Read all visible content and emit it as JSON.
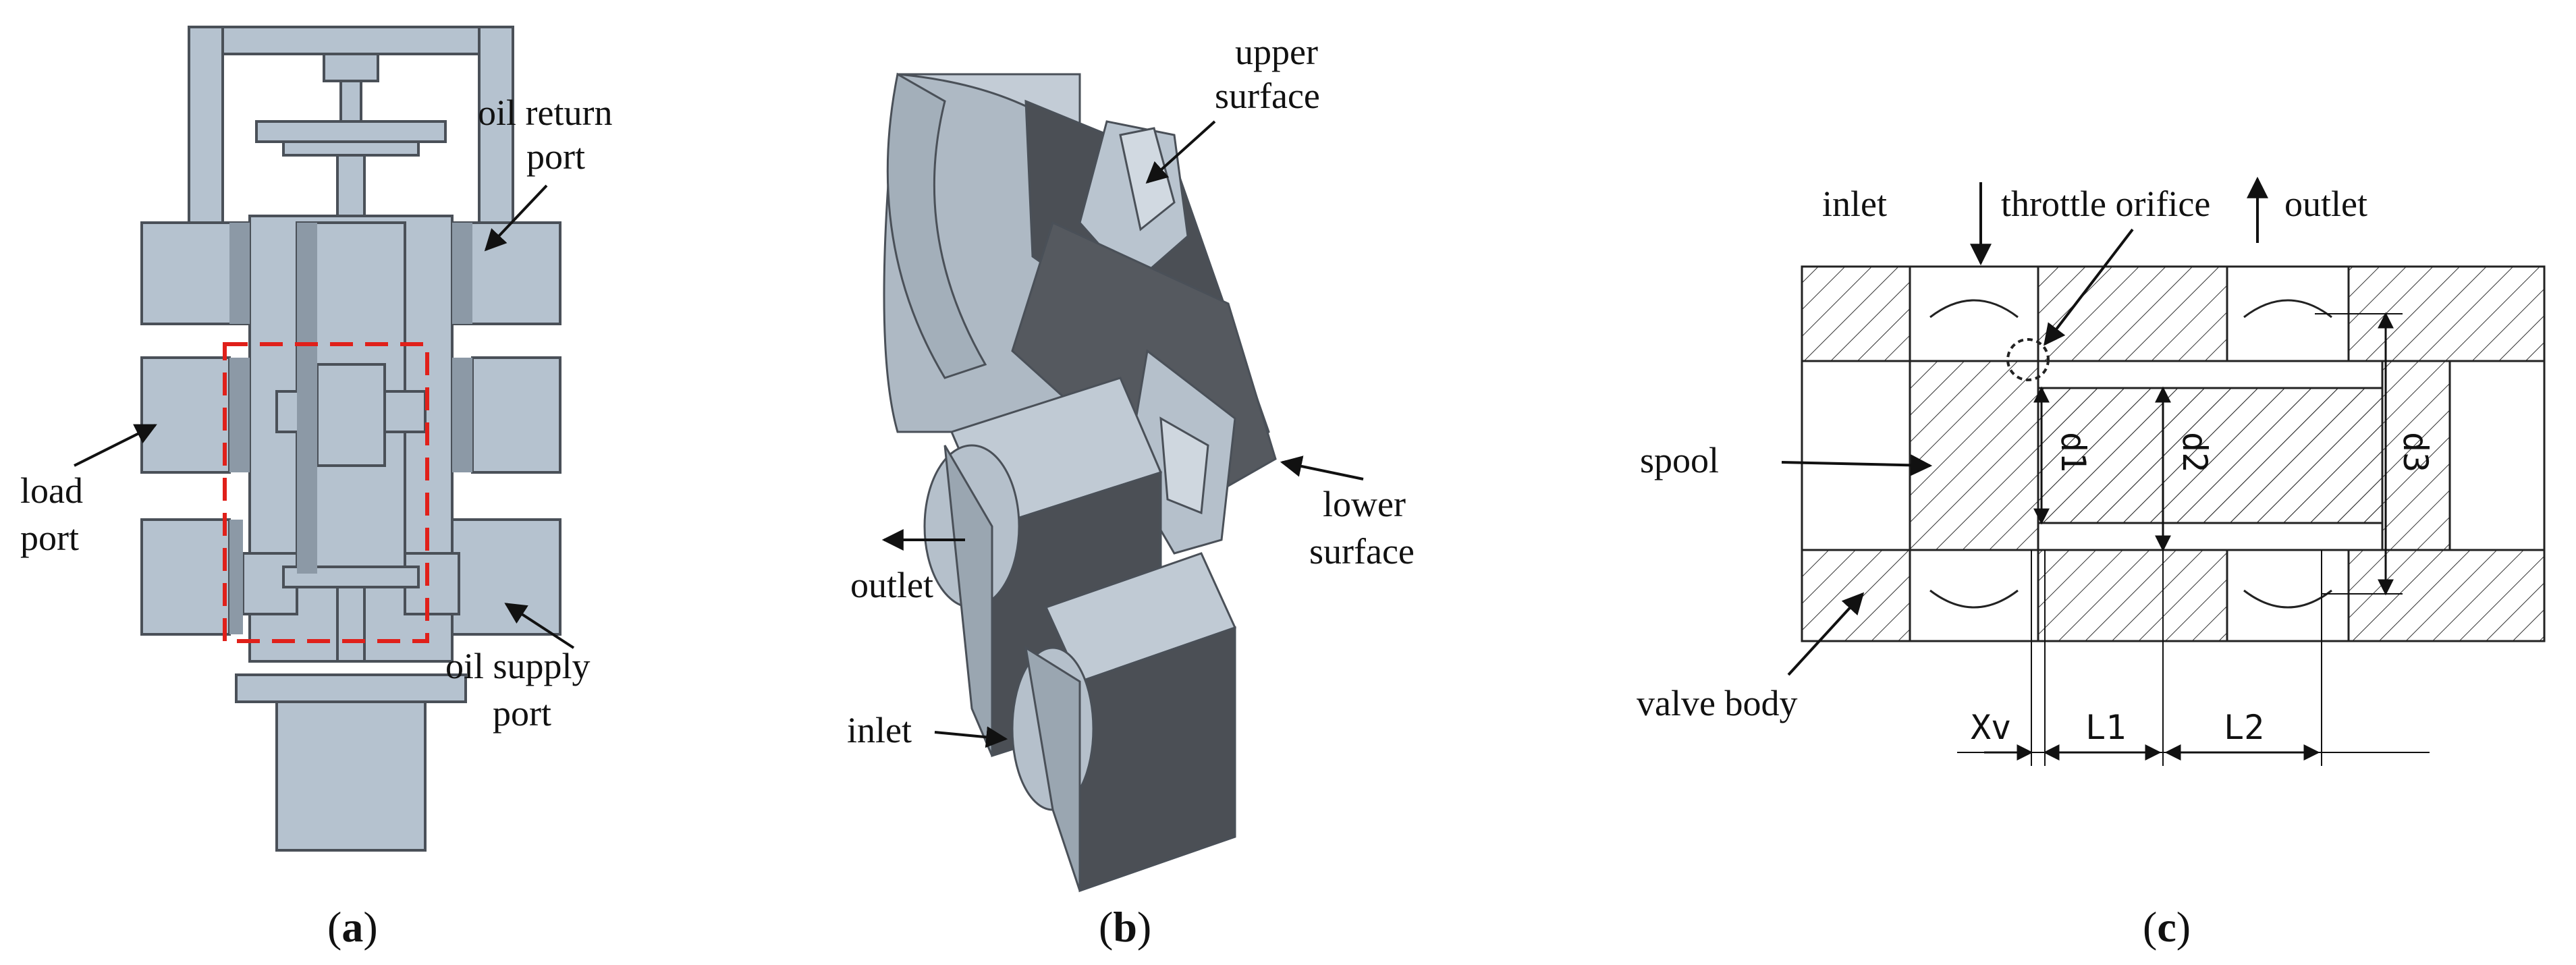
{
  "panel_a": {
    "caption": "(a)",
    "oil_return_port": [
      "oil return",
      "port"
    ],
    "load_port": [
      "load",
      "port"
    ],
    "oil_supply_port": [
      "oil supply",
      "port"
    ]
  },
  "panel_b": {
    "caption": "(b)",
    "upper_surface": [
      "upper",
      "surface"
    ],
    "lower_surface": [
      "lower",
      "surface"
    ],
    "outlet": "outlet",
    "inlet": "inlet"
  },
  "panel_c": {
    "caption": "(c)",
    "inlet": "inlet",
    "throttle_orifice": "throttle orifice",
    "outlet": "outlet",
    "spool": "spool",
    "valve_body": "valve body",
    "dims": {
      "d1": "d1",
      "d2": "d2",
      "d3": "d3",
      "xv": "Xv",
      "l1": "L1",
      "l2": "L2"
    }
  },
  "colors": {
    "metal_light": "#b5c2cf",
    "metal_dark": "#4b4f55",
    "edge": "#4a5058",
    "dashed_box": "#e0201a"
  }
}
